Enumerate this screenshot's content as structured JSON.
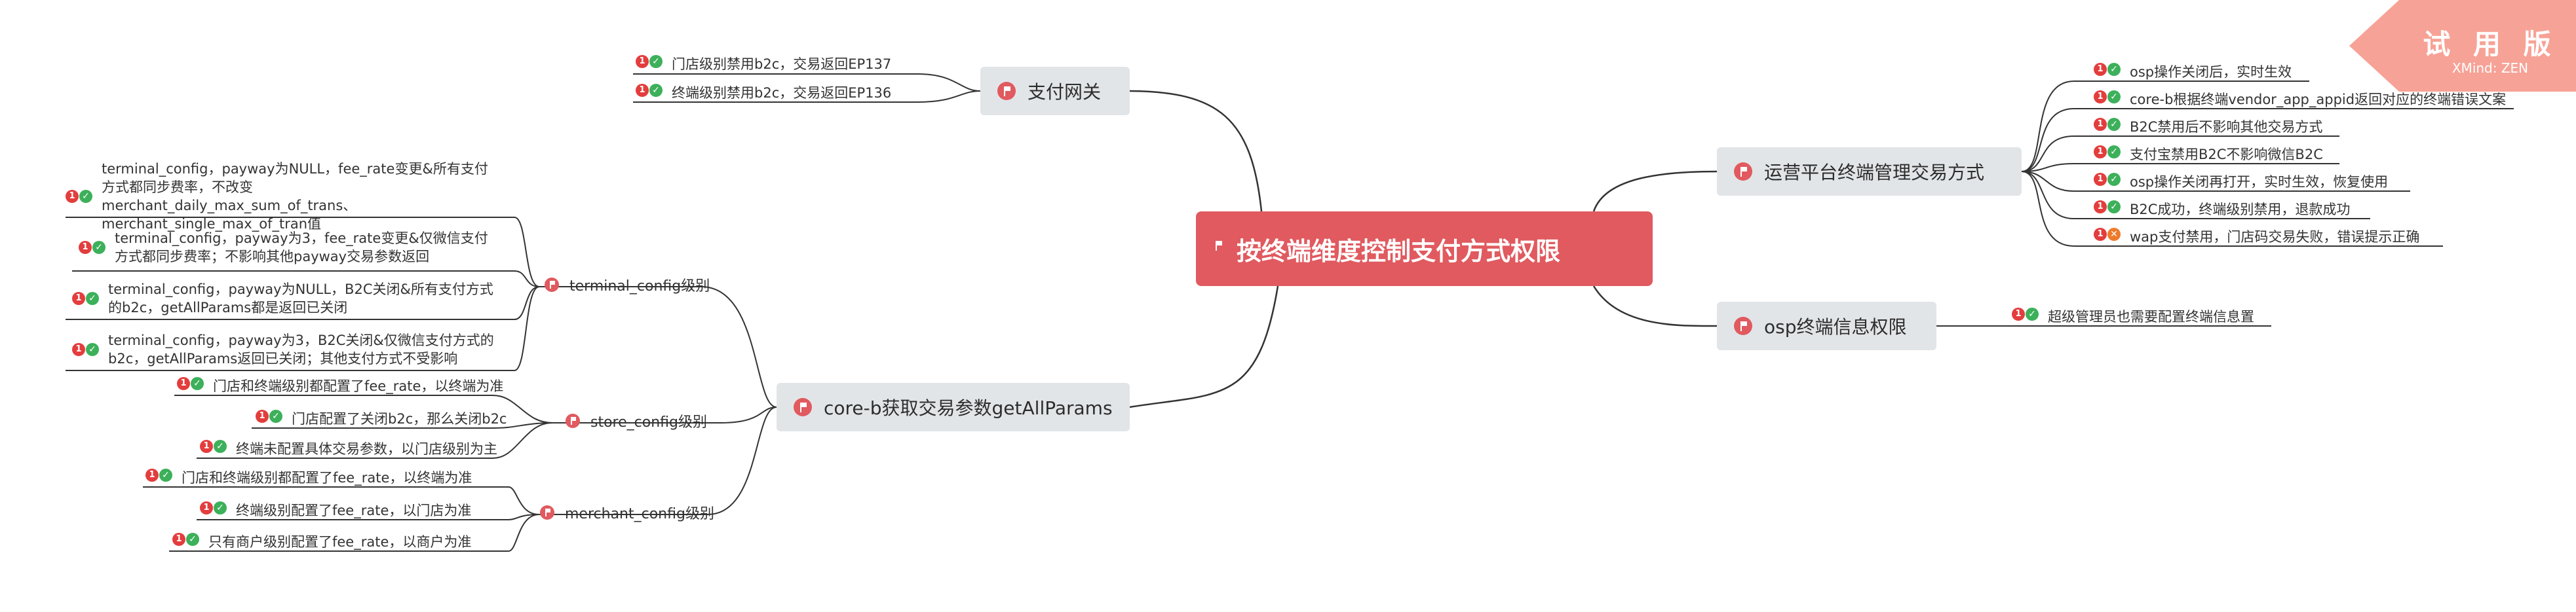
{
  "badge": {
    "title": "试 用 版",
    "subtitle": "XMind: ZEN"
  },
  "central": {
    "label": "按终端维度控制支付方式权限"
  },
  "branches": {
    "payment_gateway": {
      "label": "支付网关",
      "leaves": [
        {
          "markers": [
            "1",
            "check"
          ],
          "text": "门店级别禁用b2c，交易返回EP137"
        },
        {
          "markers": [
            "1",
            "check"
          ],
          "text": "终端级别禁用b2c，交易返回EP136"
        }
      ]
    },
    "ops_platform": {
      "label": "运营平台终端管理交易方式",
      "leaves": [
        {
          "markers": [
            "1",
            "check"
          ],
          "text": "osp操作关闭后，实时生效"
        },
        {
          "markers": [
            "1",
            "check"
          ],
          "text": "core-b根据终端vendor_app_appid返回对应的终端错误文案"
        },
        {
          "markers": [
            "1",
            "check"
          ],
          "text": "B2C禁用后不影响其他交易方式"
        },
        {
          "markers": [
            "1",
            "check"
          ],
          "text": "支付宝禁用B2C不影响微信B2C"
        },
        {
          "markers": [
            "1",
            "check"
          ],
          "text": "osp操作关闭再打开，实时生效，恢复使用"
        },
        {
          "markers": [
            "1",
            "check"
          ],
          "text": "B2C成功，终端级别禁用，退款成功"
        },
        {
          "markers": [
            "1",
            "cross"
          ],
          "text": "wap支付禁用，门店码交易失败，错误提示正确"
        }
      ]
    },
    "osp_info": {
      "label": "osp终端信息权限",
      "leaves": [
        {
          "markers": [
            "1",
            "check"
          ],
          "text": "超级管理员也需要配置终端信息置"
        }
      ]
    },
    "core_b": {
      "label": "core-b获取交易参数getAllParams",
      "terminal_config": {
        "label": "terminal_config级别",
        "leaves": [
          {
            "markers": [
              "1",
              "check"
            ],
            "text": "terminal_config，payway为NULL，fee_rate变更&所有支付方式都同步费率，不改变merchant_daily_max_sum_of_trans、merchant_single_max_of_tran值"
          },
          {
            "markers": [
              "1",
              "check"
            ],
            "text": "terminal_config，payway为3，fee_rate变更&仅微信支付方式都同步费率；不影响其他payway交易参数返回"
          },
          {
            "markers": [
              "1",
              "check"
            ],
            "text": "terminal_config，payway为NULL，B2C关闭&所有支付方式的b2c，getAllParams都是返回已关闭"
          },
          {
            "markers": [
              "1",
              "check"
            ],
            "text": "terminal_config，payway为3，B2C关闭&仅微信支付方式的b2c，getAllParams返回已关闭；其他支付方式不受影响"
          }
        ]
      },
      "store_config": {
        "label": "store_config级别",
        "leaves": [
          {
            "markers": [
              "1",
              "check"
            ],
            "text": "门店和终端级别都配置了fee_rate，以终端为准"
          },
          {
            "markers": [
              "1",
              "check"
            ],
            "text": "门店配置了关闭b2c，那么关闭b2c"
          },
          {
            "markers": [
              "1",
              "check"
            ],
            "text": "终端未配置具体交易参数，以门店级别为主"
          }
        ]
      },
      "merchant_config": {
        "label": "merchant_config级别",
        "leaves": [
          {
            "markers": [
              "1",
              "check"
            ],
            "text": "门店和终端级别都配置了fee_rate，以终端为准"
          },
          {
            "markers": [
              "1",
              "check"
            ],
            "text": "终端级别配置了fee_rate，以门店为准"
          },
          {
            "markers": [
              "1",
              "check"
            ],
            "text": "只有商户级别配置了fee_rate，以商户为准"
          }
        ]
      }
    }
  },
  "colors": {
    "central": "#e05a5f",
    "main_topic": "#e2e5e8",
    "line": "#333333",
    "priority": "#e33d3d",
    "done": "#3cb05a",
    "cross": "#ee7a2d",
    "badge": "#f7a296"
  },
  "icons": {
    "topic_marker": "flag-icon",
    "priority_marker": "priority-1-icon",
    "done_marker": "check-icon",
    "fail_marker": "cross-icon"
  }
}
